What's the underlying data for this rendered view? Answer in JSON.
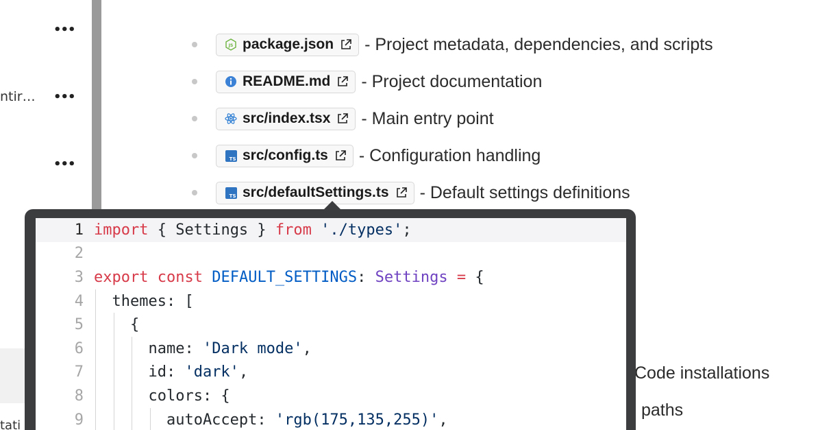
{
  "sidebar": {
    "more_label": "•••",
    "truncated_item": "ntir…",
    "truncated_bottom": "tati"
  },
  "files": [
    {
      "name": "package.json",
      "icon": "node-js-icon",
      "description": "- Project metadata, dependencies, and scripts"
    },
    {
      "name": "README.md",
      "icon": "info-icon",
      "description": "- Project documentation"
    },
    {
      "name": "src/index.tsx",
      "icon": "react-icon",
      "description": "- Main entry point"
    },
    {
      "name": "src/config.ts",
      "icon": "typescript-icon",
      "description": "- Configuration handling"
    },
    {
      "name": "src/defaultSettings.ts",
      "icon": "typescript-icon",
      "description": "- Default settings definitions"
    }
  ],
  "ts_badge_text": "TS",
  "background_fragments": {
    "line1": "Code installations",
    "line2": "paths"
  },
  "code": {
    "lines": [
      {
        "n": "1",
        "parts": [
          [
            "kw",
            "import"
          ],
          [
            "p",
            " { Settings } "
          ],
          [
            "kw",
            "from"
          ],
          [
            "p",
            " "
          ],
          [
            "str",
            "'./types'"
          ],
          [
            "p",
            ";"
          ]
        ]
      },
      {
        "n": "2",
        "parts": []
      },
      {
        "n": "3",
        "parts": [
          [
            "kw",
            "export"
          ],
          [
            "p",
            " "
          ],
          [
            "kw",
            "const"
          ],
          [
            "p",
            " "
          ],
          [
            "const",
            "DEFAULT_SETTINGS"
          ],
          [
            "p",
            ": "
          ],
          [
            "type",
            "Settings"
          ],
          [
            "p",
            " "
          ],
          [
            "kw",
            "="
          ],
          [
            "p",
            " {"
          ]
        ]
      },
      {
        "n": "4",
        "parts": [
          [
            "p",
            "  themes: ["
          ]
        ]
      },
      {
        "n": "5",
        "parts": [
          [
            "p",
            "    {"
          ]
        ]
      },
      {
        "n": "6",
        "parts": [
          [
            "p",
            "      name: "
          ],
          [
            "str",
            "'Dark mode'"
          ],
          [
            "p",
            ","
          ]
        ]
      },
      {
        "n": "7",
        "parts": [
          [
            "p",
            "      id: "
          ],
          [
            "str",
            "'dark'"
          ],
          [
            "p",
            ","
          ]
        ]
      },
      {
        "n": "8",
        "parts": [
          [
            "p",
            "      colors: {"
          ]
        ]
      },
      {
        "n": "9",
        "parts": [
          [
            "p",
            "        autoAccept: "
          ],
          [
            "str",
            "'rgb(175,135,255)'"
          ],
          [
            "p",
            ","
          ]
        ]
      }
    ]
  },
  "colors": {
    "keyword": "#d73a49",
    "string": "#032f62",
    "constant": "#005cc5",
    "type": "#6f42c1",
    "ts_badge": "#2f74c0",
    "popup_frame": "#3c3d3f"
  }
}
